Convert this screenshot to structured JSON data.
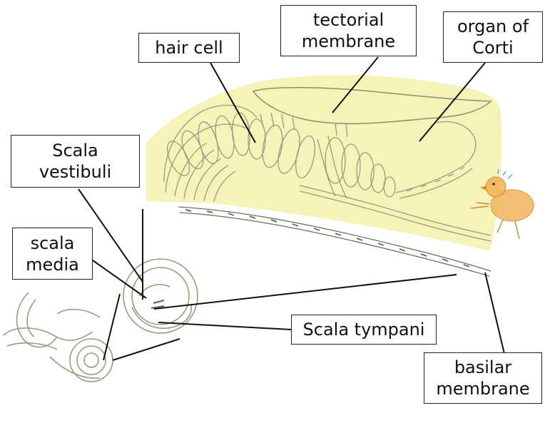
{
  "labels": {
    "hair_cell": "hair cell",
    "tectorial_membrane": "tectorial\nmembrane",
    "organ_of_corti": "organ of\nCorti",
    "scala_vestibuli": "Scala\nvestibuli",
    "scala_media": "scala\nmedia",
    "scala_tympani": "Scala tympani",
    "basilar_membrane": "basilar\nmembrane"
  },
  "colors": {
    "highlight": "#f6f3b8",
    "sketch": "#9a9a82",
    "sketch_dark": "#6e6e5e",
    "leader": "#111111",
    "chick_body": "#f2b55a",
    "chick_beak": "#e28a2a"
  }
}
